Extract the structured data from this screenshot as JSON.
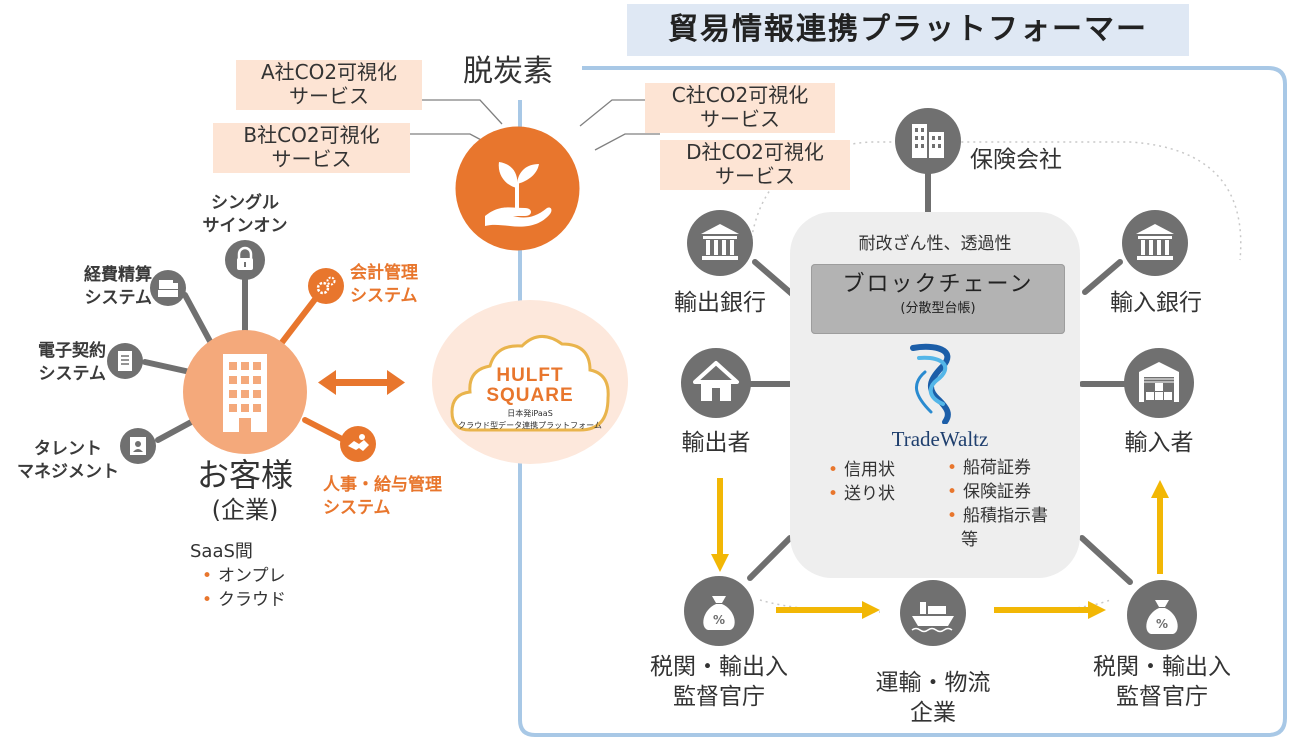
{
  "platform": {
    "title": "貿易情報連携プラットフォーマー",
    "decarbon_label": "脱炭素",
    "properties_label": "耐改ざん性、透過性",
    "blockchain": {
      "title": "ブロックチェーン",
      "subtitle": "(分散型台帳)"
    },
    "tradewaltz_label": "TradeWaltz",
    "docs_left": [
      "信用状",
      "送り状"
    ],
    "docs_right": [
      "船荷証券",
      "保険証券",
      "船積指示書",
      "等"
    ]
  },
  "services": {
    "a": [
      "A社CO2可視化",
      "サービス"
    ],
    "b": [
      "B社CO2可視化",
      "サービス"
    ],
    "c": [
      "C社CO2可視化",
      "サービス"
    ],
    "d": [
      "D社CO2可視化",
      "サービス"
    ]
  },
  "customer": {
    "name": "お客様",
    "sub": "(企業)",
    "saas_title": "SaaS間",
    "saas_items": [
      "オンプレ",
      "クラウド"
    ],
    "satellites": {
      "sso": [
        "シングル",
        "サインオン"
      ],
      "expense": [
        "経費精算",
        "システム"
      ],
      "contract": [
        "電子契約",
        "システム"
      ],
      "talent": [
        "タレント",
        "マネジメント"
      ],
      "accounting": [
        "会計管理",
        "システム"
      ],
      "hr": [
        "人事・給与管理",
        "システム"
      ]
    }
  },
  "hulft": {
    "logo_line1": "HULFT",
    "logo_line2": "SQUARE",
    "tag1": "日本発iPaaS",
    "tag2": "クラウド型データ連携プラットフォーム"
  },
  "nodes": {
    "insurance": "保険会社",
    "export_bank": "輸出銀行",
    "import_bank": "輸入銀行",
    "exporter": "輸出者",
    "importer": "輸入者",
    "customs_left": [
      "税関・輸出入",
      "監督官庁"
    ],
    "logistics": [
      "運輸・物流",
      "企業"
    ],
    "customs_right": [
      "税関・輸出入",
      "監督官庁"
    ]
  },
  "colors": {
    "orange": "#e8762d",
    "peach": "#f4a97b",
    "node_gray": "#707070",
    "connector_gray": "#6f6f6f",
    "arrow_yellow": "#f2b705",
    "frame_blue": "#a8c8e6",
    "title_bg": "#dfe8f4",
    "service_bg": "#fde4d4",
    "hulft_bg": "#fde8dc",
    "core_bg": "#eeeeee",
    "blockchain_bg": "#b3b3b3"
  },
  "icons": [
    "sprout-hand-icon",
    "office-building-icon",
    "bank-icon",
    "house-icon",
    "warehouse-icon",
    "money-bag-icon",
    "cargo-ship-icon",
    "lock-icon",
    "register-icon",
    "document-icon",
    "id-card-icon",
    "gears-icon",
    "handshake-icon",
    "tradewaltz-logo-icon",
    "cloud-icon"
  ]
}
